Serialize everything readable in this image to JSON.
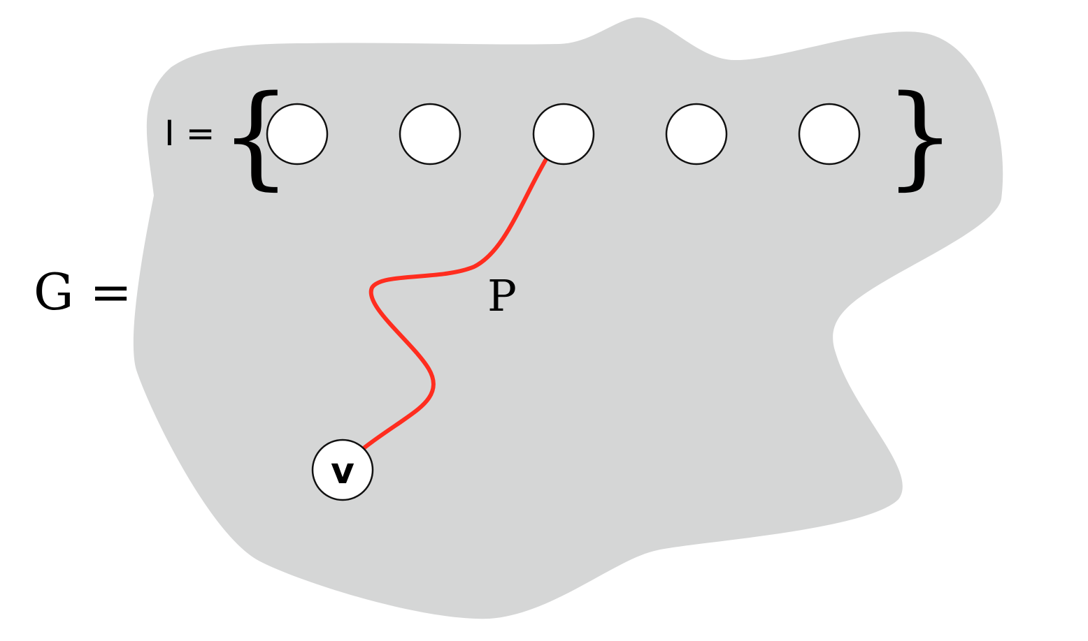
{
  "graph_label": "G =",
  "set_label": "I =",
  "open_brace": "{",
  "close_brace": "}",
  "set_node_count": 5,
  "vertex_label": "v",
  "path_label": "P",
  "colors": {
    "region_fill": "#d5d6d6",
    "node_fill": "#ffffff",
    "node_stroke": "#111111",
    "path_stroke": "#ff2d1f",
    "text": "#000000"
  }
}
